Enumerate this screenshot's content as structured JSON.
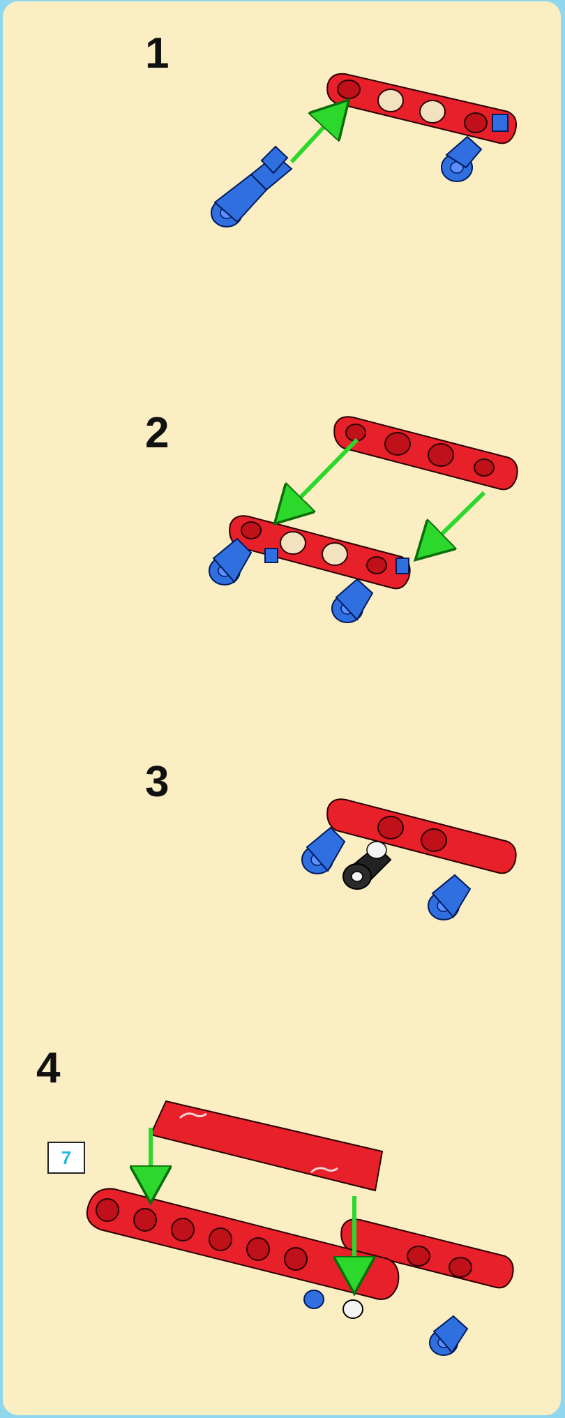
{
  "steps": [
    {
      "number": "1"
    },
    {
      "number": "2"
    },
    {
      "number": "3"
    },
    {
      "number": "4",
      "callout": "7"
    }
  ],
  "colors": {
    "background": "#fbeec2",
    "frame": "#8fd6ee",
    "beam_red": "#e8202a",
    "pin_blue": "#2f6fe0",
    "arrow_green": "#2bd82b",
    "callout_text": "#27b8dc"
  }
}
